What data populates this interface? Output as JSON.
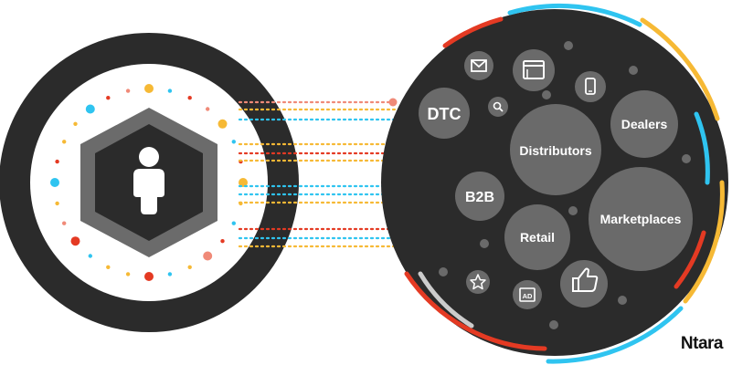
{
  "channels": {
    "dtc": "DTC",
    "b2b": "B2B",
    "distributors": "Distributors",
    "dealers": "Dealers",
    "marketplaces": "Marketplaces",
    "retail": "Retail"
  },
  "icons": {
    "center": "person-icon",
    "small": [
      "email-icon",
      "browser-window-icon",
      "mobile-phone-icon",
      "search-icon",
      "star-icon",
      "ad-icon",
      "thumbs-up-icon"
    ]
  },
  "brand": {
    "name": "Ntara"
  },
  "colors": {
    "dark": "#2b2b2b",
    "bubble": "#6a6a6a",
    "blue": "#2fc4f0",
    "yellow": "#f6b935",
    "red": "#e43a23",
    "salmon": "#f08a78",
    "gray": "#cccccc"
  }
}
